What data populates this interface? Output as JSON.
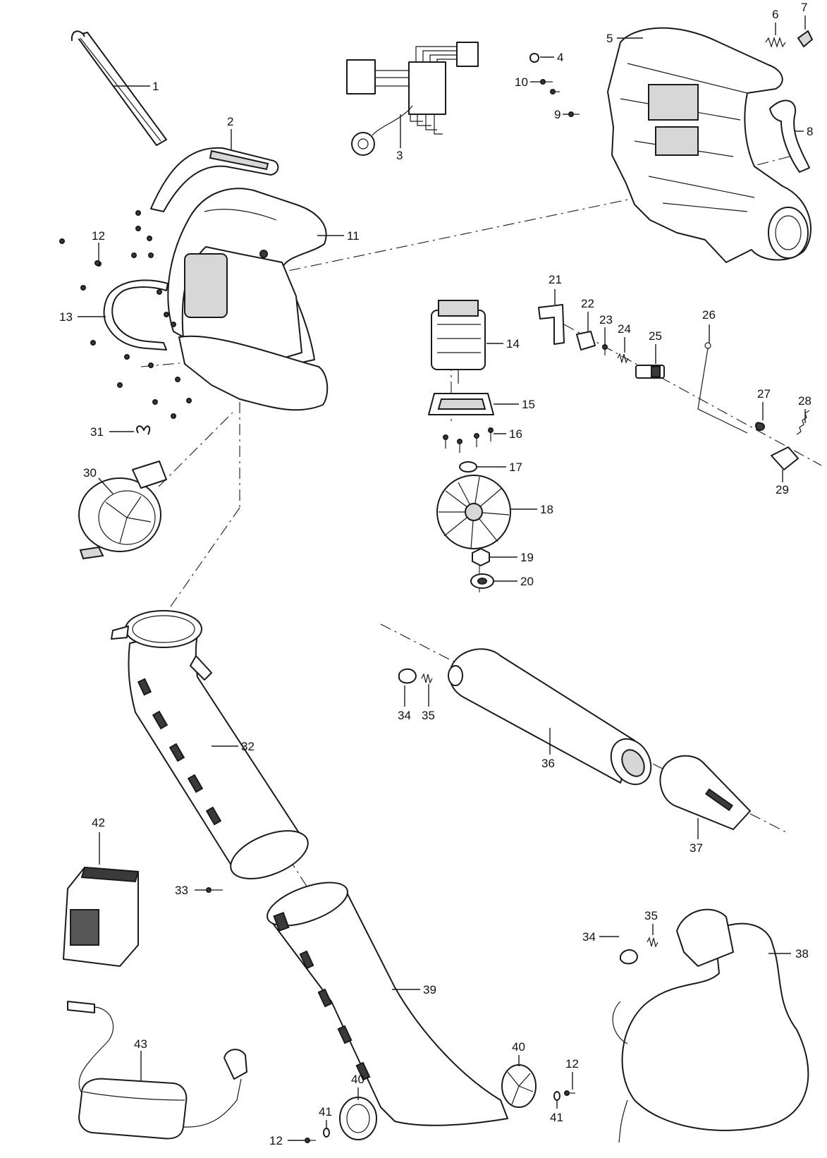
{
  "diagram": {
    "colors": {
      "line": "#1a1a1a",
      "background": "#ffffff",
      "shade": "#3a3a3a"
    },
    "callouts": [
      "1",
      "2",
      "3",
      "4",
      "5",
      "6",
      "7",
      "8",
      "9",
      "10",
      "11",
      "12",
      "13",
      "14",
      "15",
      "16",
      "17",
      "18",
      "19",
      "20",
      "21",
      "22",
      "23",
      "24",
      "25",
      "26",
      "27",
      "28",
      "29",
      "30",
      "31",
      "32",
      "33",
      "34",
      "35",
      "36",
      "37",
      "38",
      "39",
      "40",
      "41",
      "42",
      "43"
    ]
  }
}
